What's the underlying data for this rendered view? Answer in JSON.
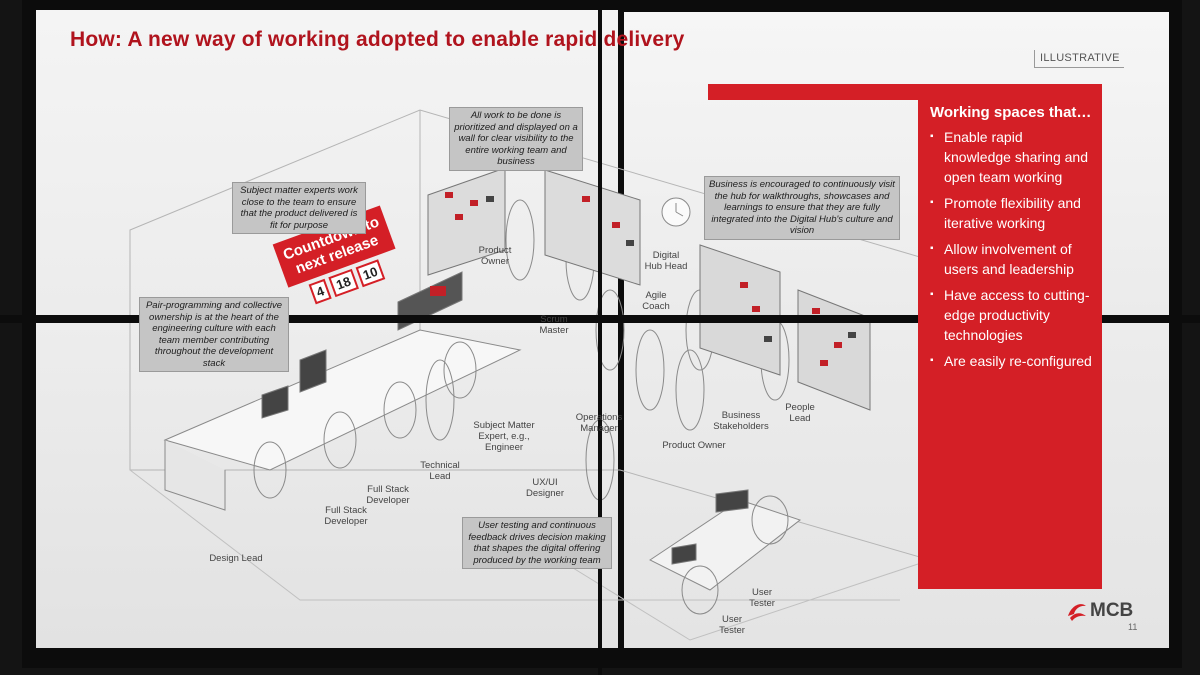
{
  "slide": {
    "title": "How: A new way of working adopted to enable rapid delivery",
    "tag": "ILLUSTRATIVE",
    "page_number": "11",
    "logo_text": "MCB"
  },
  "callouts": {
    "experts": "Subject matter experts work close to the team to ensure that the product delivered is fit for purpose",
    "wall": "All work to be done is prioritized and displayed on a wall for clear visibility to the entire working team and business",
    "business": "Business is encouraged to continuously visit the hub for walkthroughs, showcases and learnings to ensure that they are fully integrated into the Digital Hub's culture and vision",
    "pair": "Pair-programming and collective ownership is at the heart of the engineering culture with each team member contributing throughout the development stack",
    "testing": "User testing and continuous feedback drives decision making that shapes the digital offering produced by the working team"
  },
  "countdown": {
    "title": "Countdown to next release",
    "digits": [
      "4",
      "18",
      "10"
    ]
  },
  "roles": {
    "product_owner_top": "Product\nOwner",
    "scrum_master": "Scrum\nMaster",
    "digital_hub_head": "Digital\nHub Head",
    "agile_coach": "Agile\nCoach",
    "operations_manager": "Operations\nManager",
    "sme": "Subject Matter\nExpert, e.g.,\nEngineer",
    "business_stakeholders": "Business\nStakeholders",
    "people_lead": "People\nLead",
    "product_owner_bottom": "Product Owner",
    "technical_lead": "Technical\nLead",
    "full_stack_1": "Full Stack\nDeveloper",
    "full_stack_2": "Full Stack\nDeveloper",
    "ux_designer": "UX/UI\nDesigner",
    "design_lead": "Design Lead",
    "user_tester_1": "User\nTester",
    "user_tester_2": "User\nTester"
  },
  "working_spaces": {
    "heading": "Working spaces that…",
    "items": [
      "Enable rapid knowledge sharing and open team working",
      "Promote flexibility and iterative working",
      "Allow involvement of users and leadership",
      "Have access to cutting-edge productivity technologies",
      "Are easily re-configured"
    ]
  },
  "colors": {
    "accent_red": "#d41f26",
    "title_red": "#b0131d",
    "callout_grey": "#c5c5c5"
  }
}
